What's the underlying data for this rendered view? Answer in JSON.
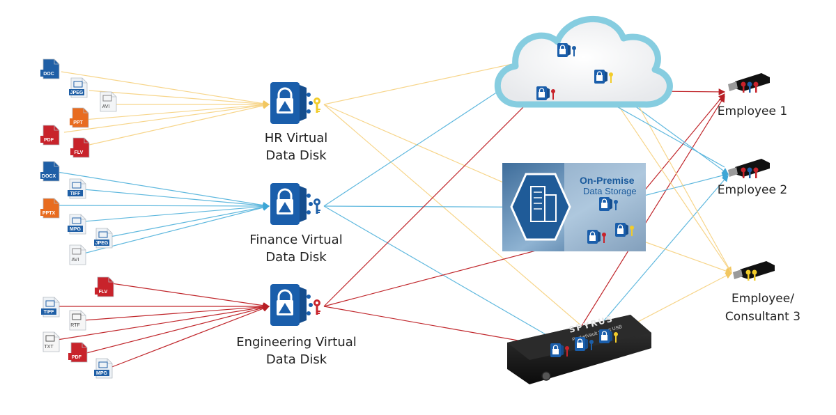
{
  "colors": {
    "hr": "#f7d58a",
    "finance": "#5fb8de",
    "engineering": "#c0262b",
    "disk": "#1a5eab",
    "cloud": "#86cde0"
  },
  "disks": [
    {
      "id": "hr",
      "line1": "HR Virtual",
      "line2": "Data Disk",
      "key": "yellow"
    },
    {
      "id": "finance",
      "line1": "Finance Virtual",
      "line2": "Data Disk",
      "key": "blue"
    },
    {
      "id": "engineering",
      "line1": "Engineering Virtual",
      "line2": "Data Disk",
      "key": "red"
    }
  ],
  "files": {
    "hr": [
      "DOC",
      "JPEG",
      "AVI",
      "PPT",
      "PDF",
      "FLV"
    ],
    "finance": [
      "DOCX",
      "TIFF",
      "PPTX",
      "MPG",
      "JPEG",
      "AVI"
    ],
    "engineering": [
      "FLV",
      "TIFF",
      "RTF",
      "TXT",
      "PDF",
      "MPG"
    ]
  },
  "storage": {
    "onprem_title": "On-Premise",
    "onprem_subtitle": "Data Storage",
    "usb_brand": "SPYRUS",
    "usb_model": "PocketVault Smart USB"
  },
  "employees": [
    {
      "line1": "Employee 1",
      "line2": ""
    },
    {
      "line1": "Employee 2",
      "line2": ""
    },
    {
      "line1": "Employee/",
      "line2": "Consultant 3"
    }
  ]
}
